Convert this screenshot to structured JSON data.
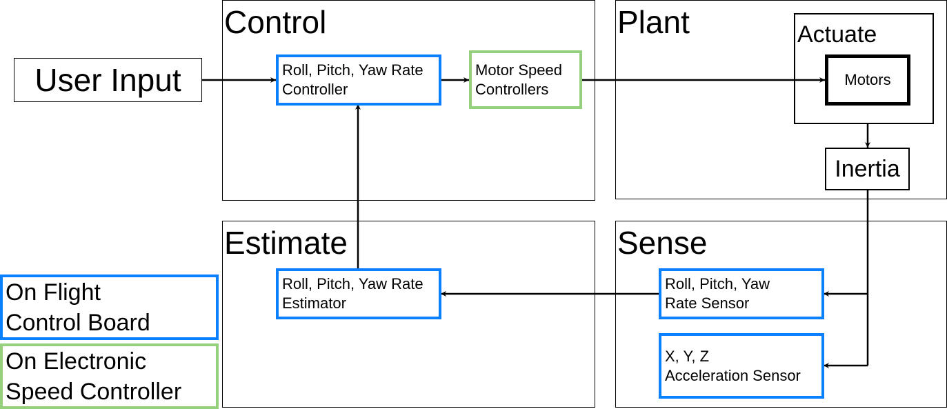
{
  "regions": {
    "control": "Control",
    "plant": "Plant",
    "estimate": "Estimate",
    "sense": "Sense",
    "actuate": "Actuate"
  },
  "nodes": {
    "user_input": "User Input",
    "rate_controller": [
      "Roll, Pitch, Yaw Rate",
      "Controller"
    ],
    "motor_speed_controllers": [
      "Motor Speed",
      "Controllers"
    ],
    "motors": "Motors",
    "inertia": "Inertia",
    "rate_estimator": [
      "Roll, Pitch, Yaw Rate",
      "Estimator"
    ],
    "rate_sensor": [
      "Roll, Pitch, Yaw",
      "Rate Sensor"
    ],
    "accel_sensor": [
      "X, Y, Z",
      "Acceleration Sensor"
    ]
  },
  "legend": {
    "flight_board": [
      "On Flight",
      "Control Board"
    ],
    "esc": [
      "On Electronic",
      "Speed Controller"
    ]
  },
  "colors": {
    "flight_control_board": "#0a80ff",
    "electronic_speed_controller": "#95d07c",
    "line": "#000000"
  }
}
